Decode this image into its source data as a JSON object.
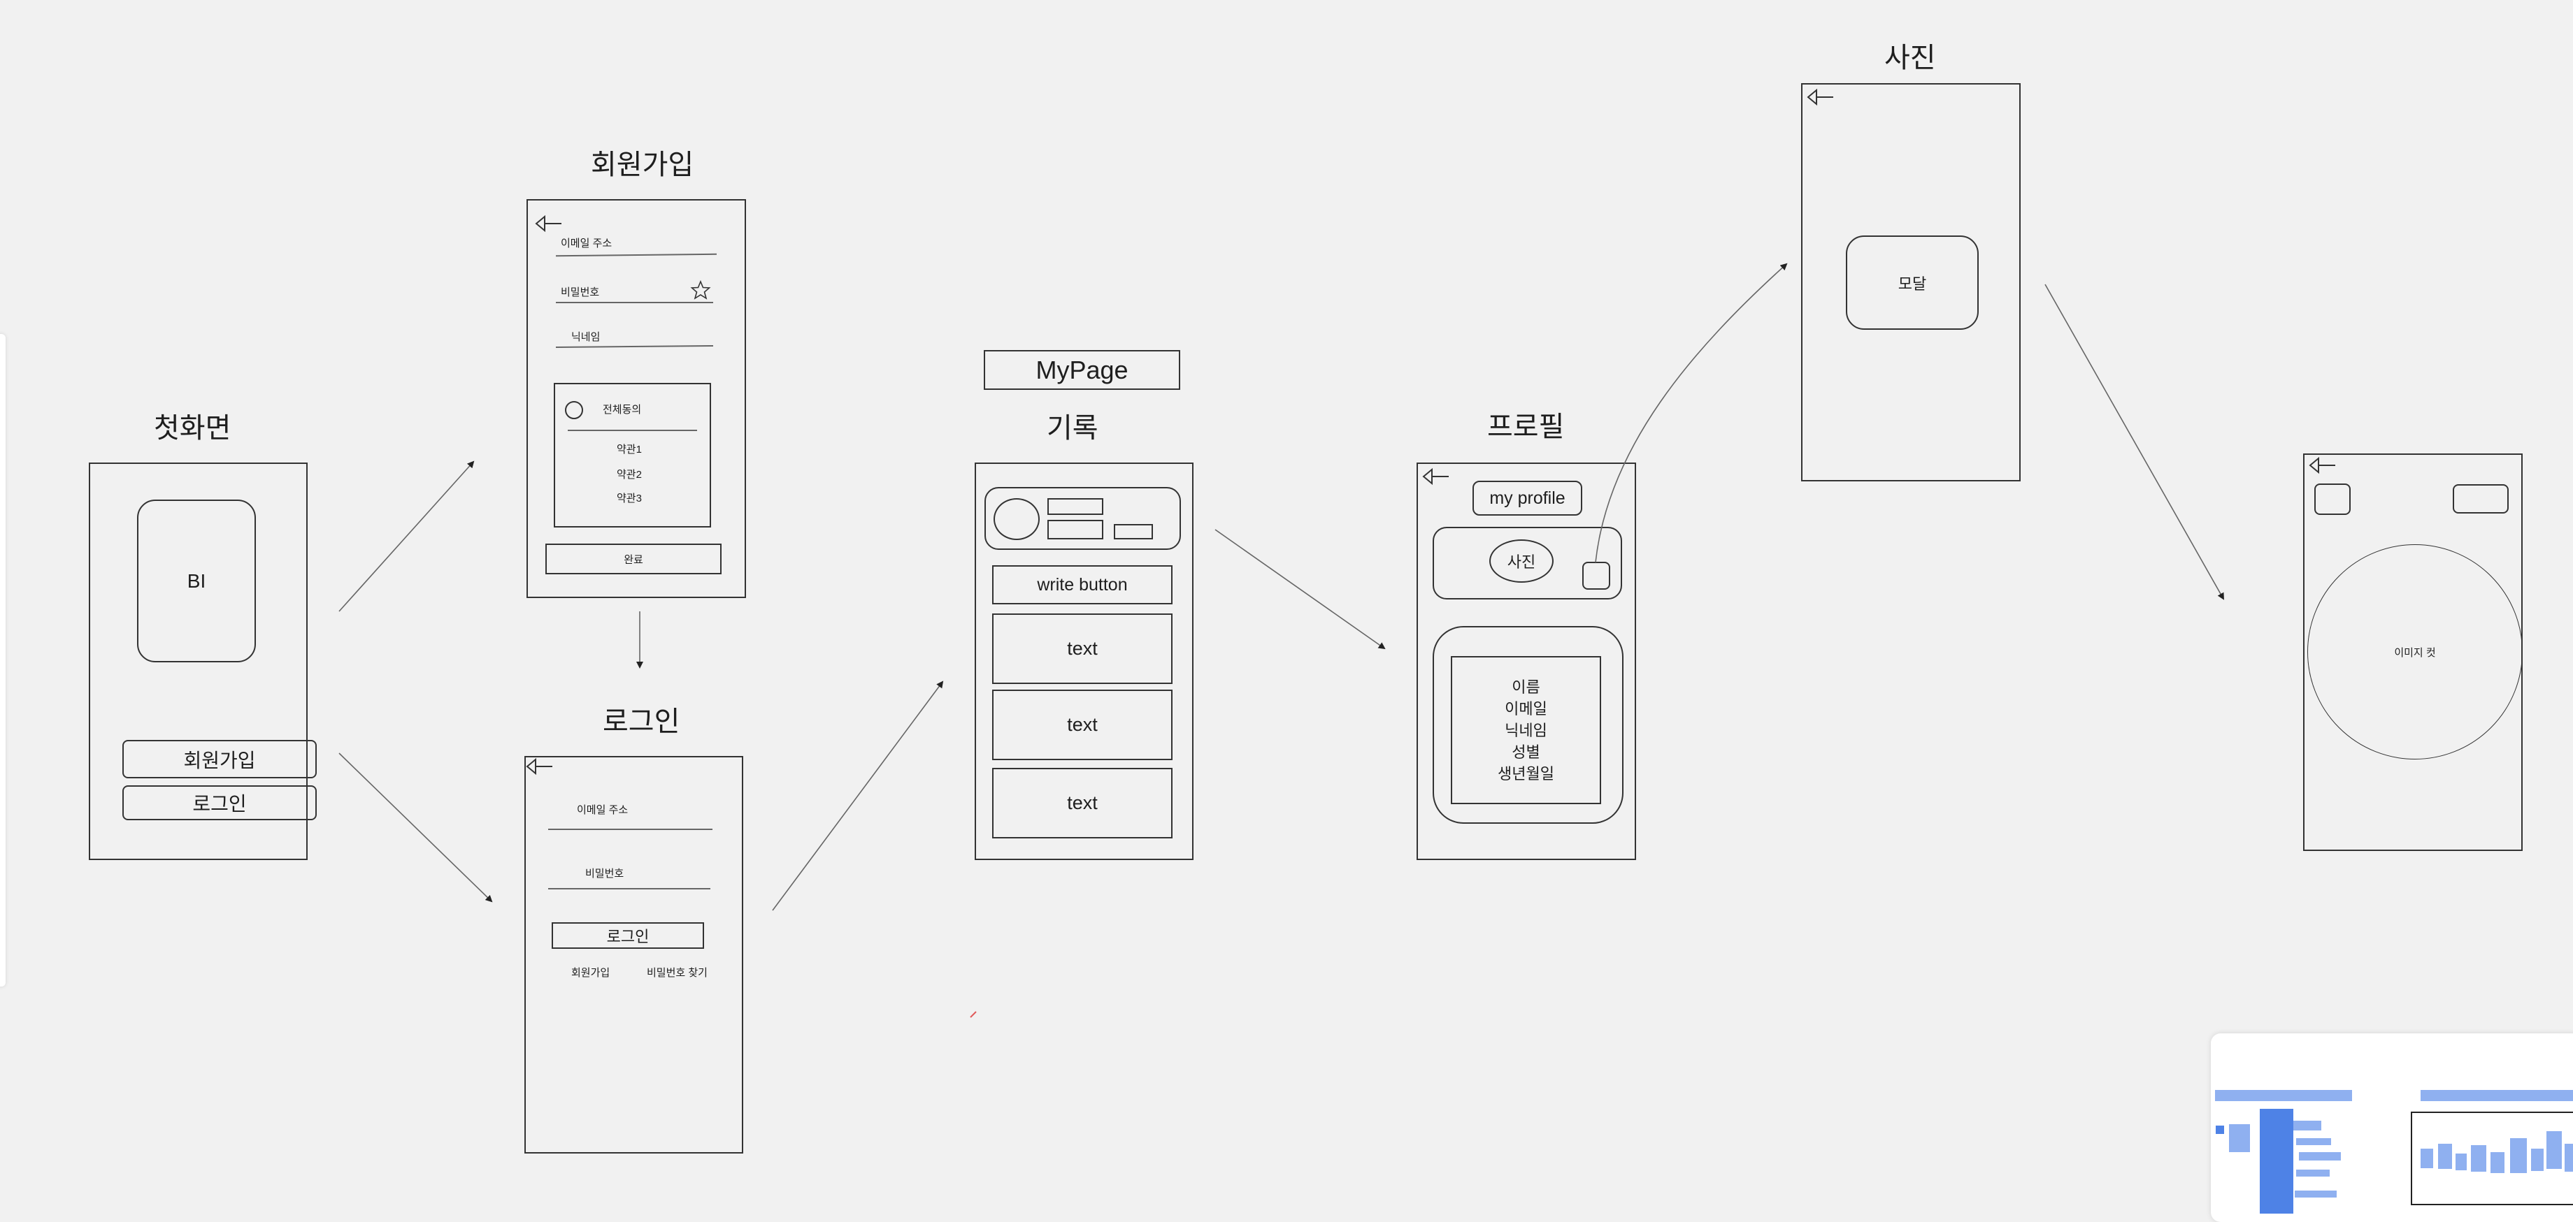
{
  "screens": {
    "first": {
      "title": "첫화면",
      "logo": "BI",
      "signup_button": "회원가입",
      "login_button": "로그인"
    },
    "signup": {
      "title": "회원가입",
      "email_label": "이메일 주소",
      "password_label": "비밀번호",
      "nickname_label": "닉네임",
      "agree_all": "전체동의",
      "terms": [
        "약관1",
        "약관2",
        "약관3"
      ],
      "done_button": "완료"
    },
    "login": {
      "title": "로그인",
      "email_label": "이메일 주소",
      "password_label": "비밀번호",
      "login_button": "로그인",
      "signup_link": "회원가입",
      "find_password_link": "비밀번호 찾기"
    },
    "record": {
      "mypage_label": "MyPage",
      "title": "기록",
      "write_button": "write button",
      "items": [
        "text",
        "text",
        "text"
      ]
    },
    "profile": {
      "title": "프로필",
      "my_profile_button": "my profile",
      "photo_label": "사진",
      "info_fields": [
        "이름",
        "이메일",
        "닉네임",
        "성별",
        "생년월일"
      ]
    },
    "photo": {
      "title": "사진",
      "modal_label": "모달"
    },
    "crop": {
      "crop_label": "이미지 컷"
    }
  },
  "colors": {
    "background": "#f1f1f1",
    "stroke": "#333333",
    "connector": "#666666",
    "minimap_highlight": "#8fb0f0"
  },
  "icons": [
    "back-arrow-icon",
    "star-icon",
    "radio-circle-icon"
  ]
}
